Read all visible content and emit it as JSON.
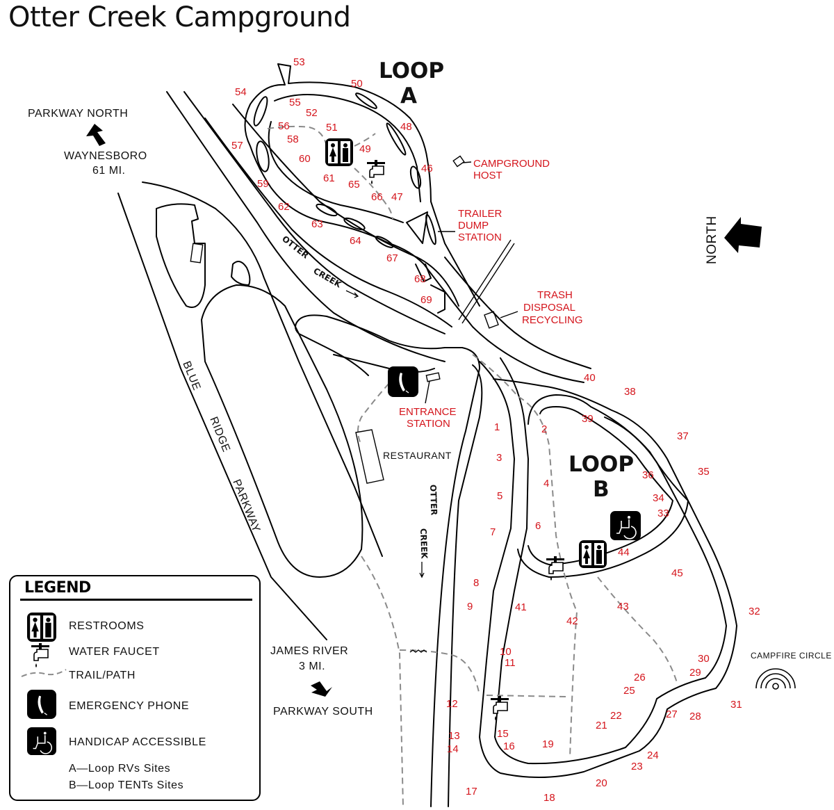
{
  "title": "Otter Creek Campground",
  "colors": {
    "site_number": "#d4141b",
    "facility_label": "#d4141b",
    "road": "#000000",
    "trail": "#8a8a8a"
  },
  "loops": [
    {
      "id": "A",
      "line1": "LOOP",
      "line2": "A"
    },
    {
      "id": "B",
      "line1": "LOOP",
      "line2": "B"
    }
  ],
  "directions": {
    "parkway_north": "PARKWAY NORTH",
    "waynesboro": "WAYNESBORO",
    "waynesboro_dist": "61 MI.",
    "james_river": "JAMES RIVER",
    "james_river_dist": "3 MI.",
    "parkway_south": "PARKWAY SOUTH",
    "north": "NORTH"
  },
  "road_labels": {
    "blue": "BLUE",
    "ridge": "RIDGE",
    "parkway": "PARKWAY",
    "otter": "OTTER",
    "creek": "CREEK"
  },
  "facilities": {
    "campground_host": [
      "CAMPGROUND",
      "HOST"
    ],
    "trailer_dump": [
      "TRAILER",
      "DUMP",
      "STATION"
    ],
    "trash": [
      "TRASH",
      "DISPOSAL",
      "RECYCLING"
    ],
    "entrance": [
      "ENTRANCE",
      "STATION"
    ],
    "restaurant": "RESTAURANT",
    "campfire": "CAMPFIRE CIRCLE"
  },
  "sites_loop_a": [
    "47",
    "48",
    "49",
    "50",
    "51",
    "52",
    "53",
    "54",
    "55",
    "56",
    "57",
    "58",
    "59",
    "60",
    "61",
    "62",
    "63",
    "64",
    "65",
    "66",
    "67",
    "68",
    "69",
    "46"
  ],
  "sites_loop_b": [
    "1",
    "2",
    "3",
    "4",
    "5",
    "6",
    "7",
    "8",
    "9",
    "10",
    "11",
    "12",
    "13",
    "14",
    "15",
    "16",
    "17",
    "18",
    "19",
    "20",
    "21",
    "22",
    "23",
    "24",
    "25",
    "26",
    "27",
    "28",
    "29",
    "30",
    "31",
    "32",
    "33",
    "34",
    "35",
    "36",
    "37",
    "38",
    "39",
    "40",
    "41",
    "42",
    "43",
    "44",
    "45"
  ],
  "legend": {
    "title": "LEGEND",
    "items": [
      {
        "icon": "restroom-icon",
        "label": "RESTROOMS"
      },
      {
        "icon": "water-faucet-icon",
        "label": "WATER FAUCET"
      },
      {
        "icon": "trail-icon",
        "label": "TRAIL/PATH"
      },
      {
        "icon": "phone-icon",
        "label": "EMERGENCY PHONE"
      },
      {
        "icon": "wheelchair-icon",
        "label": "HANDICAP ACCESSIBLE"
      }
    ],
    "notes": [
      "A—Loop RVs Sites",
      "B—Loop TENTs Sites"
    ]
  }
}
